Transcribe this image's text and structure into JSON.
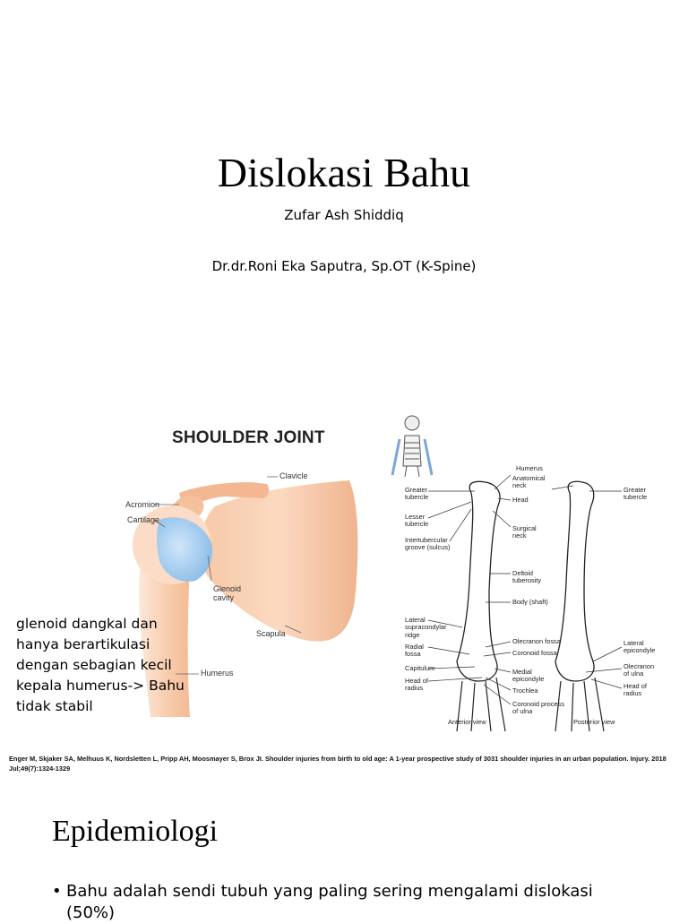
{
  "slide1": {
    "title": "Dislokasi Bahu",
    "author": "Zufar Ash Shiddiq",
    "supervisor": "Dr.dr.Roni Eka Saputra, Sp.OT (K-Spine)"
  },
  "figure_shoulder": {
    "title": "SHOULDER JOINT",
    "labels": {
      "clavicle": "Clavicle",
      "acromion": "Acromion",
      "cartilage": "Cartilage",
      "glenoid_cavity_1": "Glenoid",
      "glenoid_cavity_2": "cavity",
      "scapula": "Scapula",
      "humerus": "Humerus"
    }
  },
  "figure_humerus": {
    "labels": {
      "humerus": "Humerus",
      "greater_tubercle_l1": "Greater",
      "greater_tubercle_l2": "tubercle",
      "anatomical_neck_l1": "Anatomical",
      "anatomical_neck_l2": "neck",
      "head": "Head",
      "greater_tubercle_r1": "Greater",
      "greater_tubercle_r2": "tubercle",
      "lesser_tubercle_1": "Lesser",
      "lesser_tubercle_2": "tubercle",
      "surgical_neck_1": "Surgical",
      "surgical_neck_2": "neck",
      "intertubercular_1": "Intertubercular",
      "intertubercular_2": "groove (sulcus)",
      "deltoid_1": "Deltoid",
      "deltoid_2": "tuberosity",
      "body": "Body (shaft)",
      "lat_supracondylar_1": "Lateral",
      "lat_supracondylar_2": "supracondylar",
      "lat_supracondylar_3": "ridge",
      "radial_fossa_1": "Radial",
      "radial_fossa_2": "fossa",
      "capitulum": "Capitulum",
      "head_radius_1": "Head of",
      "head_radius_2": "radius",
      "olecranon_fossa": "Olecranon fossa",
      "coronoid_fossa": "Coronoid fossa",
      "medial_epicondyle_1": "Medial",
      "medial_epicondyle_2": "epicondyle",
      "trochlea": "Trochlea",
      "coronoid_process_1": "Coronoid process",
      "coronoid_process_2": "of ulna",
      "lateral_epicondyle_1": "Lateral",
      "lateral_epicondyle_2": "epicondyle",
      "olecranon_ulna_1": "Olecranon",
      "olecranon_ulna_2": "of ulna",
      "head_radius_r1": "Head of",
      "head_radius_r2": "radius",
      "anterior_view": "Anterior view",
      "posterior_view": "Posterior view"
    }
  },
  "note": {
    "line1": "glenoid dangkal dan",
    "line2": "hanya berartikulasi",
    "line3": "dengan sebagian kecil",
    "line4": "kepala humerus-> Bahu",
    "line5": "tidak stabil"
  },
  "reference": "Enger M, Skjaker SA, Melhuus K, Nordsletten L, Pripp AH, Moosmayer S, Brox JI. Shoulder injuries from birth to old age: A 1-year prospective study of 3031 shoulder injuries in an urban population. Injury. 2018 Jul;49(7):1324-1329",
  "slide2": {
    "heading": "Epidemiologi",
    "bullet_symbol": "•",
    "bullet1": "Bahu adalah sendi tubuh yang paling sering mengalami dislokasi (50%)"
  }
}
